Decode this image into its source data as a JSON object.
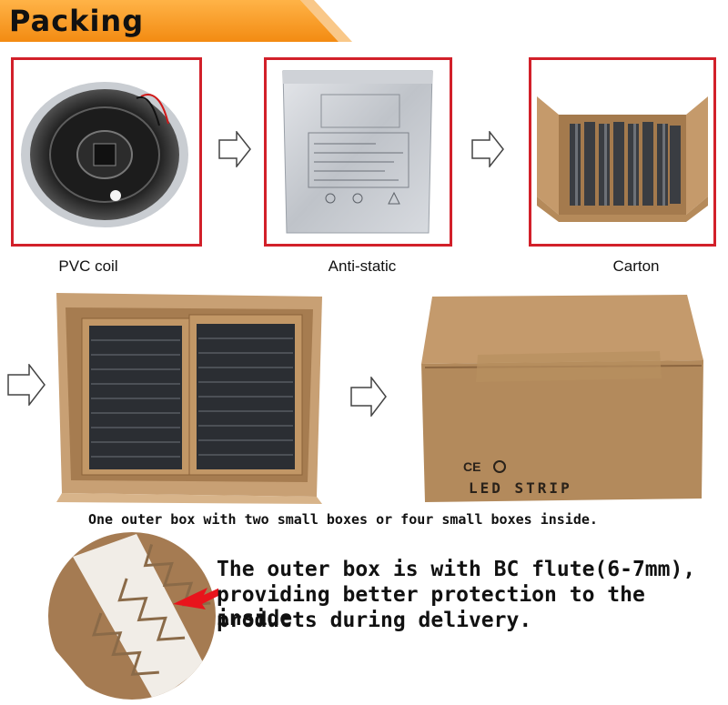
{
  "header": {
    "title": "Packing"
  },
  "steps": [
    {
      "caption": "PVC coil",
      "image": "led-strip-reel"
    },
    {
      "caption": "Anti-static",
      "image": "anti-static-bag"
    },
    {
      "caption": "Carton",
      "image": "open-carton"
    }
  ],
  "boxes": {
    "caption": "One outer box with two small boxes or four small boxes  inside.",
    "carton_marks": "LED STRIP",
    "cert_marks": "CE"
  },
  "flute": {
    "line1": "The outer box  is with BC flute(6-7mm),",
    "line2": "providing better protection to the inside",
    "line3": "products during delivery."
  },
  "colors": {
    "accent": "#f7941d",
    "frame": "#d2202a",
    "cardboard": "#b38a5c",
    "pointer": "#e8141c"
  }
}
